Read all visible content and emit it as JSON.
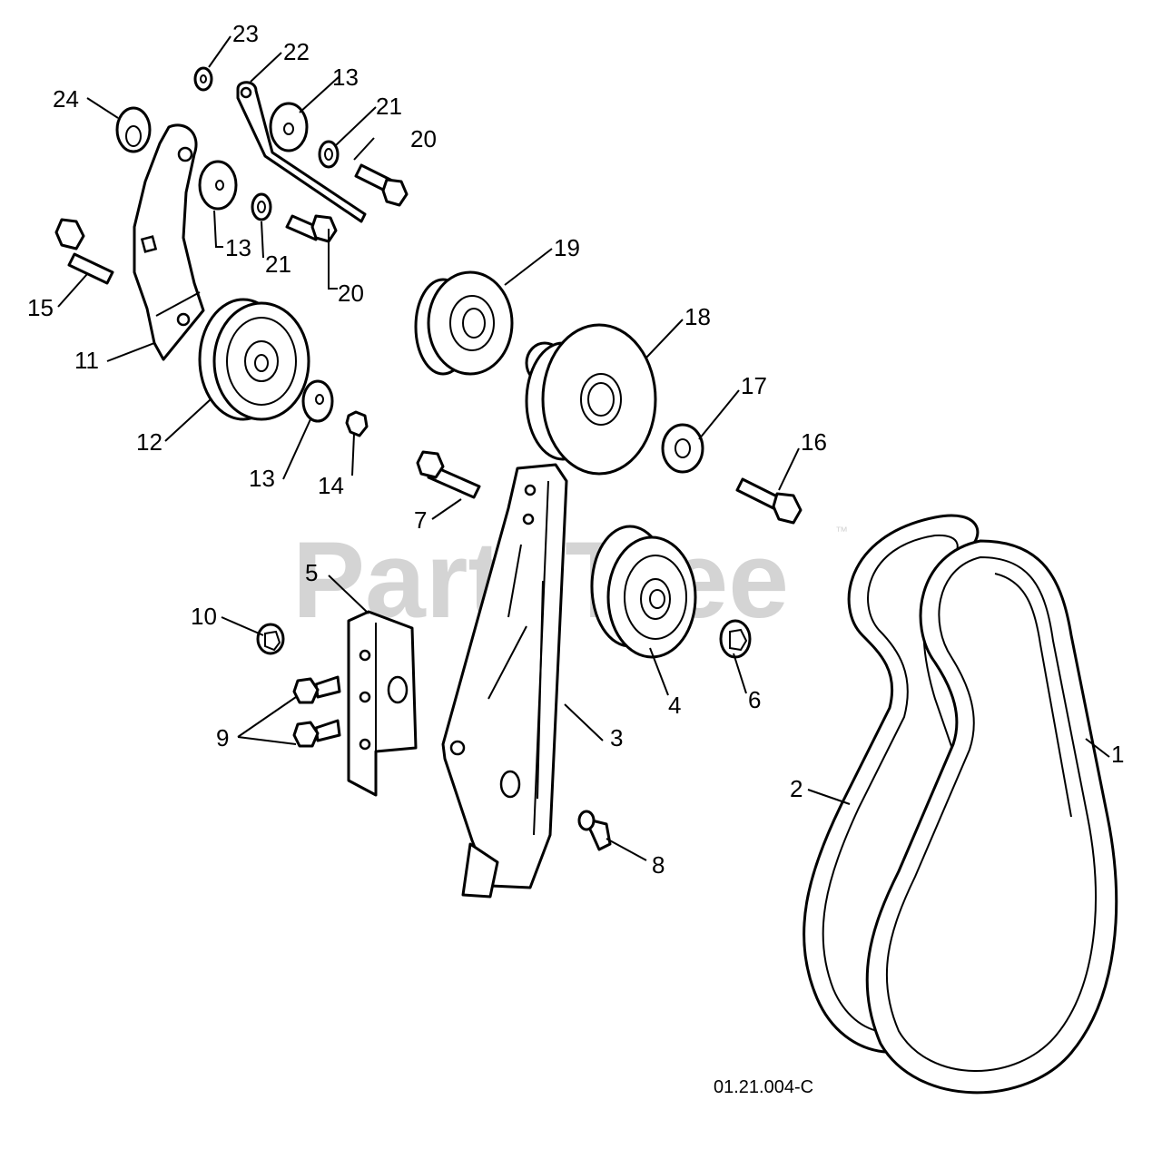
{
  "watermark": {
    "text": "PartsTree",
    "trademark": "™"
  },
  "drawing_code": "01.21.004-C",
  "callouts": [
    "1",
    "2",
    "3",
    "4",
    "5",
    "6",
    "7",
    "8",
    "9",
    "10",
    "11",
    "12",
    "13",
    "13",
    "13",
    "14",
    "15",
    "16",
    "17",
    "18",
    "19",
    "20",
    "20",
    "21",
    "21",
    "22",
    "23",
    "24"
  ]
}
